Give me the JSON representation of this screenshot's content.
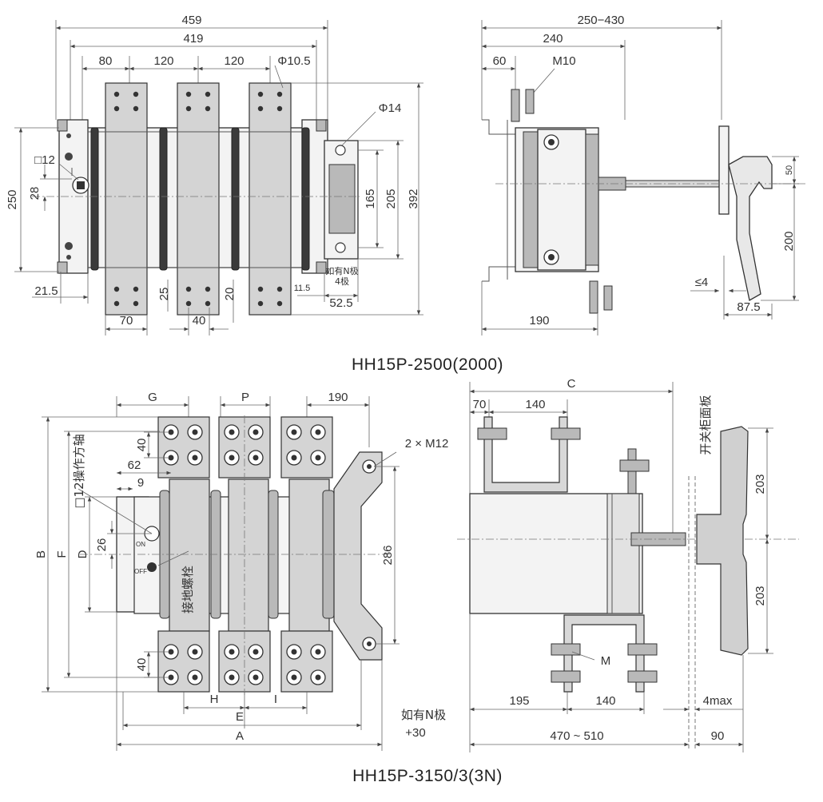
{
  "drawing_top": {
    "title": "HH15P-2500(2000)",
    "front_dims": {
      "d459": "459",
      "d419": "419",
      "d80": "80",
      "d120a": "120",
      "d120b": "120",
      "phi105": "Φ10.5",
      "phi14": "Φ14",
      "sq12": "□12",
      "d28": "28",
      "d250": "250",
      "d165": "165",
      "d205": "205",
      "d392": "392",
      "d215": "21.5",
      "d25": "25",
      "d20": "20",
      "d115": "11.5",
      "d525": "52.5",
      "d70": "70",
      "d40": "40",
      "n_pole_note_line1": "如有N极",
      "n_pole_note_line2": "4极"
    },
    "side_dims": {
      "d250_430": "250−430",
      "d240": "240",
      "d60": "60",
      "m10": "M10",
      "d50": "50",
      "d200": "200",
      "le4": "≤4",
      "d875": "87.5",
      "d190": "190"
    }
  },
  "drawing_bottom": {
    "title": "HH15P-3150/3(3N)",
    "front_dims": {
      "G": "G",
      "P": "P",
      "d190": "190",
      "d40a": "40",
      "m12": "2 × M12",
      "d62": "62",
      "d9": "9",
      "shaft": "□12操作方轴",
      "B": "B",
      "F": "F",
      "D": "D",
      "d26": "26",
      "on": "ON",
      "off": "OFF",
      "ground_bolt": "接地螺栓",
      "d286": "286",
      "d40b": "40",
      "H": "H",
      "E": "E",
      "I": "I",
      "A": "A",
      "n_pole_line1": "如有N极",
      "n_pole_line2": "+30"
    },
    "side_dims": {
      "C": "C",
      "d70": "70",
      "d140a": "140",
      "panel": "开关柜面板",
      "d203a": "203",
      "d203b": "203",
      "M": "M",
      "d195": "195",
      "d140b": "140",
      "d4max": "4max",
      "d470_510": "470 ~ 510",
      "d90": "90"
    }
  }
}
